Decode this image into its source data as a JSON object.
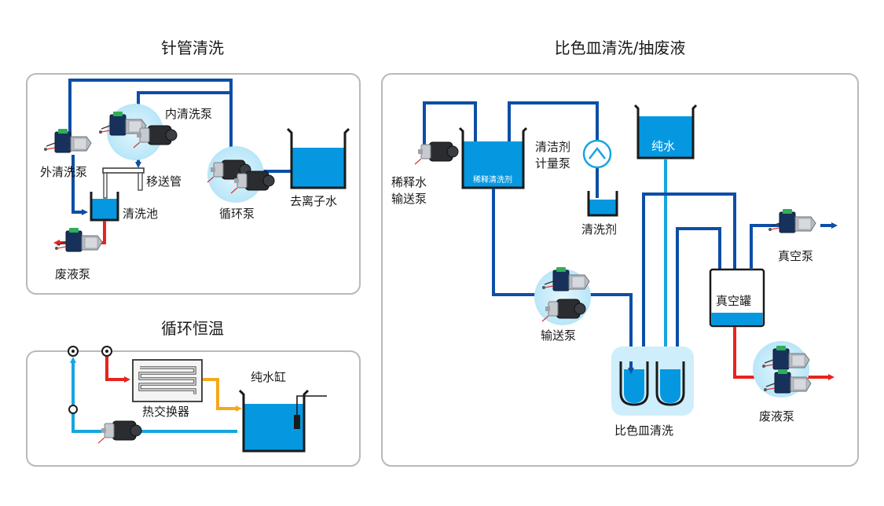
{
  "panels": {
    "needle": {
      "title": "针管清洗",
      "labels": {
        "inner_pump": "内清洗泵",
        "outer_pump": "外清洗泵",
        "transfer_tube": "移送管",
        "wash_pool": "清洗池",
        "circulation_pump": "循环泵",
        "deionized_water": "去离子水",
        "waste_pump": "废液泵"
      }
    },
    "thermo": {
      "title": "循环恒温",
      "labels": {
        "heat_exchanger": "热交换器",
        "pure_water_tank": "纯水缸"
      }
    },
    "cuvette": {
      "title": "比色皿清洗/抽废液",
      "labels": {
        "dilution_pump_line1": "稀释水",
        "dilution_pump_line2": "输送泵",
        "diluted_detergent": "稀释清洗剂",
        "detergent_pump_line1": "清洁剂",
        "detergent_pump_line2": "计量泵",
        "detergent": "清洗剂",
        "pure_water": "纯水",
        "delivery_pump": "输送泵",
        "vacuum_pump": "真空泵",
        "vacuum_tank": "真空罐",
        "cuvette_wash": "比色皿清洗",
        "waste_pump": "废液泵"
      }
    }
  },
  "colors": {
    "dark_line": "#0d4ea6",
    "light_line": "#17a5e0",
    "waste_line": "#e8231d",
    "hot_line": "#f5a81c",
    "water": "#0598e0",
    "panel_border": "#b9b9b9",
    "halo": "#cfeefb"
  },
  "icons": [
    "diaphragm-pump-icon",
    "magnetic-pump-icon",
    "metering-pump-icon",
    "fitting-icon"
  ]
}
